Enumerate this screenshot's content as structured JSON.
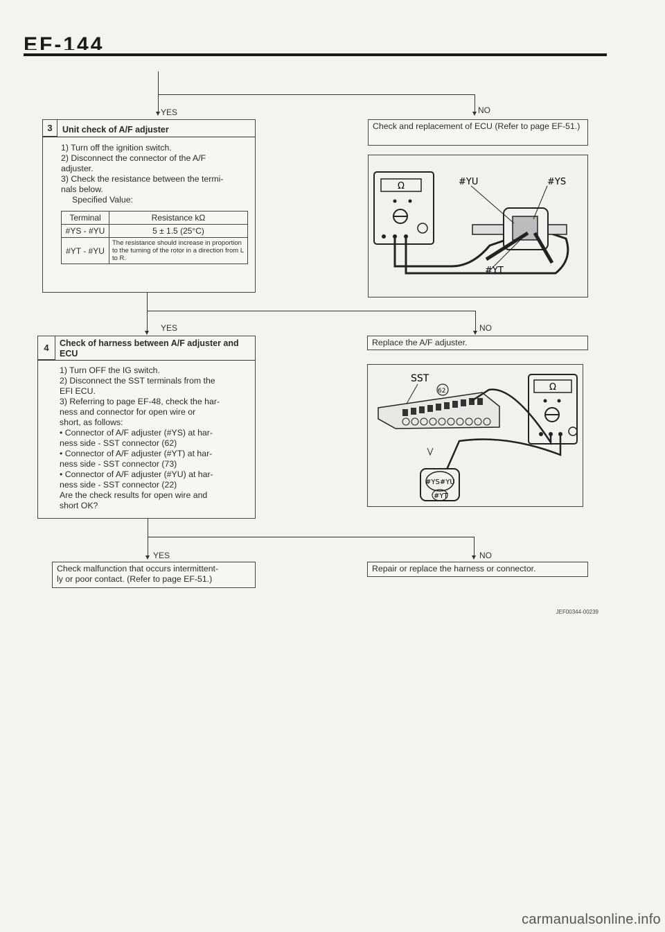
{
  "header": {
    "page_code": "EF-144"
  },
  "flow": {
    "yes_label": "YES",
    "no_label": "NO"
  },
  "step3": {
    "number": "3",
    "title": "Unit check of A/F adjuster",
    "body": "1) Turn off the ignition switch.\n2) Disconnect the connector of the A/F\n     adjuster.\n3) Check the resistance between the termi-\n     nals below.",
    "spec_label": "Specified Value:",
    "table": {
      "headers": [
        "Terminal",
        "Resistance kΩ"
      ],
      "rows": [
        [
          "#YS - #YU",
          "5 ± 1.5 (25°C)"
        ],
        [
          "#YT - #YU",
          "The resistance should increase in proportion to the turning of the rotor in a direction from L to R."
        ]
      ]
    }
  },
  "no_box_1": {
    "text": "Check and replacement of ECU (Refer to page EF-51.)"
  },
  "illus_1": {
    "labels": [
      "Ω",
      "#YU",
      "#YS",
      "#YT"
    ]
  },
  "step4": {
    "number": "4",
    "title": "Check of harness between A/F adjuster and ECU",
    "body": "1) Turn OFF the IG switch.\n2) Disconnect the SST terminals from the\n     EFI ECU.\n3) Referring to page EF-48, check the har-\n     ness and connector for open wire or\n     short, as follows:\n   • Connector of A/F adjuster (#YS) at har-\n     ness side - SST connector (62)\n   • Connector of A/F adjuster (#YT) at har-\n     ness side - SST connector (73)\n   • Connector of A/F adjuster (#YU) at har-\n     ness side - SST connector (22)\n   Are the check results for open wire and\n   short OK?"
  },
  "no_box_2": {
    "text": "Replace the A/F adjuster."
  },
  "illus_2": {
    "labels": [
      "SST",
      "62",
      "Ω",
      "#YS",
      "#YU",
      "#YT"
    ]
  },
  "yes_box_final": {
    "text": "Check malfunction that occurs intermittent-\nly or poor contact. (Refer to page EF-51.)"
  },
  "no_box_final": {
    "text": "Repair or replace the harness or connector."
  },
  "doc_code": "JEF00344-00239",
  "watermark": "carmanualsonline.info"
}
